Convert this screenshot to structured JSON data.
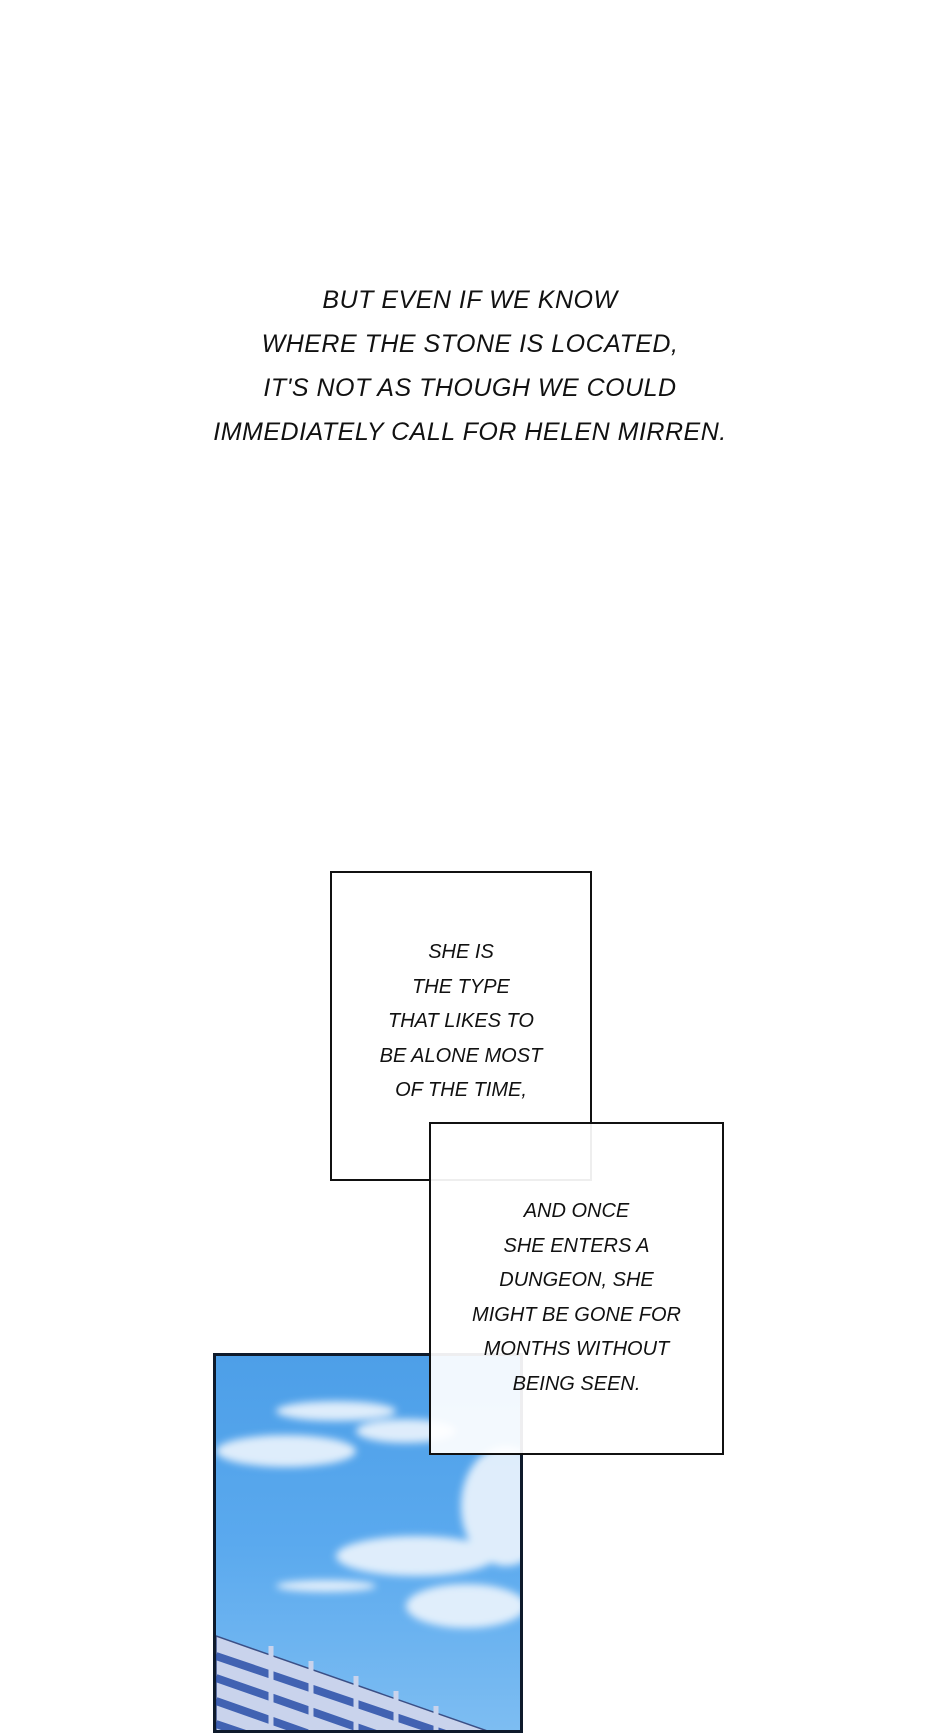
{
  "narration": {
    "lines": [
      "BUT EVEN IF WE KNOW",
      "WHERE THE STONE IS LOCATED,",
      "IT'S NOT AS THOUGH WE COULD",
      "IMMEDIATELY CALL FOR HELEN MIRREN."
    ]
  },
  "caption_1": {
    "lines": [
      "SHE IS",
      "THE TYPE",
      "THAT LIKES TO",
      "BE ALONE MOST",
      "OF THE TIME,"
    ]
  },
  "caption_2": {
    "lines": [
      "AND ONCE",
      "SHE ENTERS A",
      "DUNGEON, SHE",
      "MIGHT BE GONE FOR",
      "MONTHS WITHOUT",
      "BEING SEEN."
    ]
  },
  "colors": {
    "sky": "#5aa9ee",
    "building": "#c9d3ec",
    "windows": "#2a4fa8"
  }
}
